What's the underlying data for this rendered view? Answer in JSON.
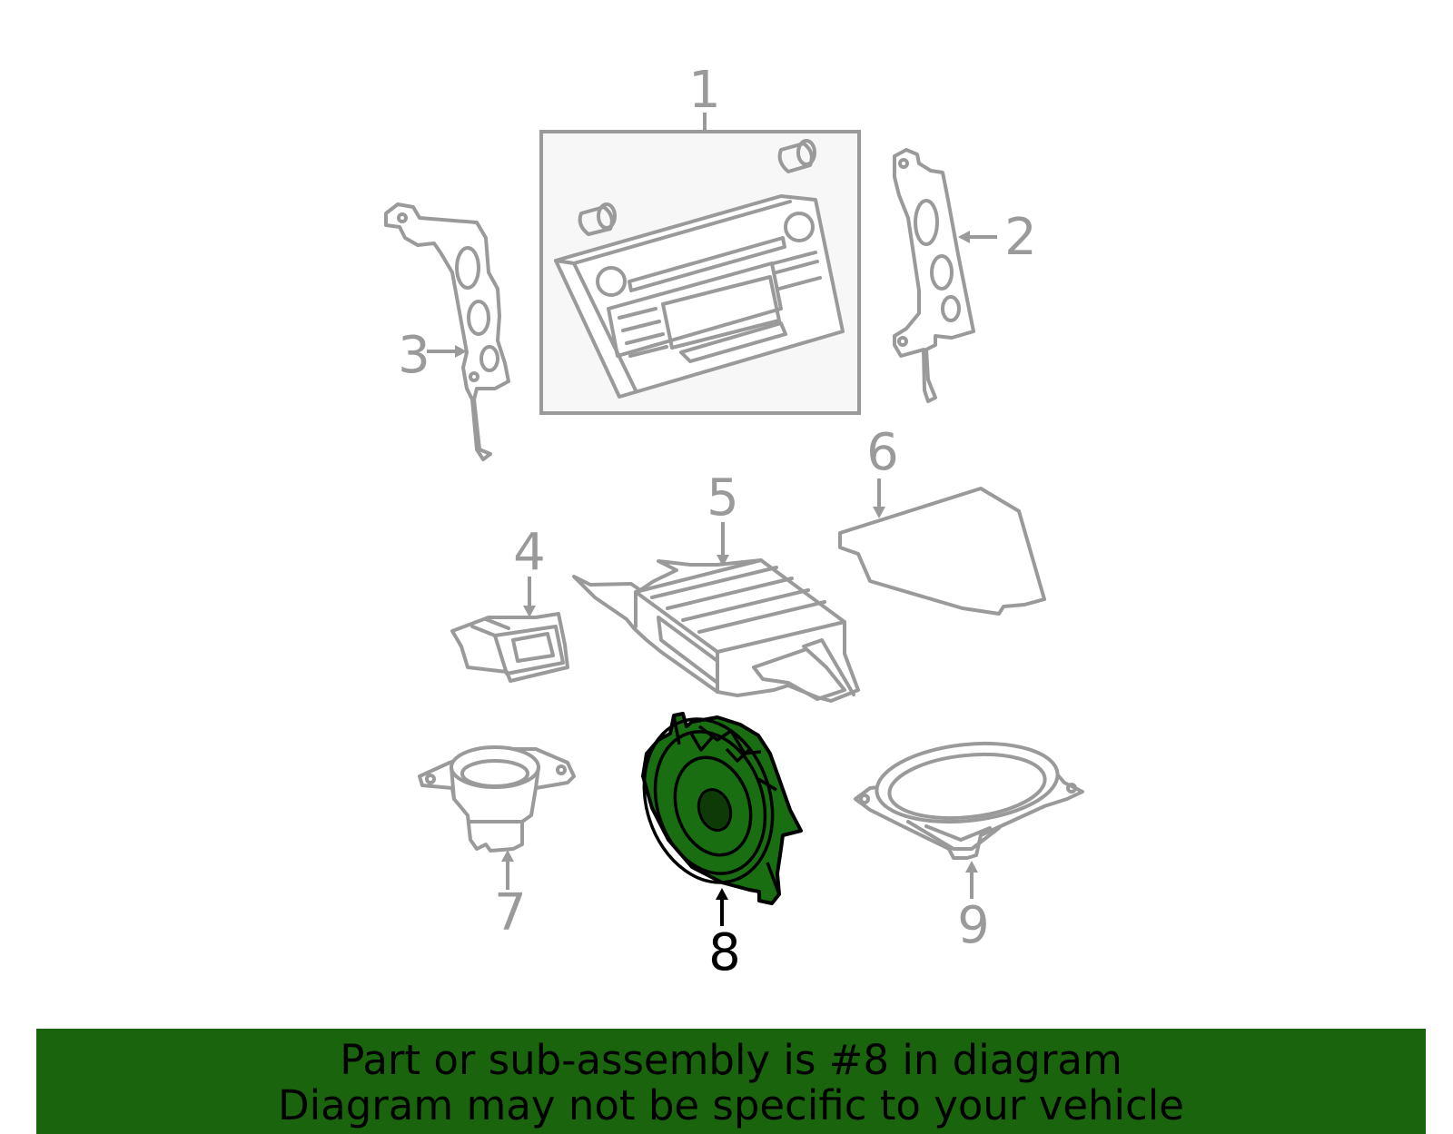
{
  "diagram": {
    "callouts": [
      {
        "id": "1",
        "label": "1"
      },
      {
        "id": "2",
        "label": "2"
      },
      {
        "id": "3",
        "label": "3"
      },
      {
        "id": "4",
        "label": "4"
      },
      {
        "id": "5",
        "label": "5"
      },
      {
        "id": "6",
        "label": "6"
      },
      {
        "id": "7",
        "label": "7"
      },
      {
        "id": "8",
        "label": "8"
      },
      {
        "id": "9",
        "label": "9"
      }
    ],
    "highlighted_part": "8",
    "colors": {
      "part_outline": "#9a9a9a",
      "highlight_fill": "#1a6e12",
      "highlight_outline": "#000000",
      "banner_background": "#1a640e"
    }
  },
  "banner": {
    "line1": "Part or sub-assembly is #8 in diagram",
    "line2": "Diagram may not be specific to your vehicle"
  }
}
